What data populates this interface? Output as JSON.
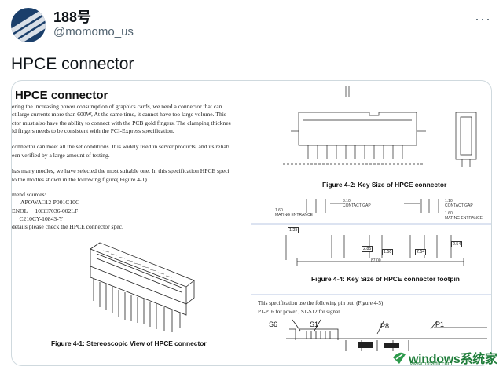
{
  "author": {
    "name": "188号",
    "handle": "@momomo_us",
    "more_icon": "ellipsis-icon"
  },
  "post": {
    "title": "HPCE connector"
  },
  "doc": {
    "title": "HPCE connector",
    "body": "ering the increasing power consumption of graphics cards, we need a connector that can\nct large currents more than 600W, At the same time, it cannot have too large volume. This\nctor must also have the ability to connect with the PCB gold fingers. The clamping thicknes\nld fingers needs to be consistent with the PCI-Express specification.\n\nconnector can meet all the set conditions. It is widely used in server products, and its reliab\neen verified by a large amount of testing.\n\nhas many modles, we have selected the most suitable one. In this specification HPCE speci\nto the modles shown in the following figure( Figure 4-1).",
    "sources": "mend sources:\n      APOWA□12-P001C10C\nENOL     10□□7036-002LF\n     C210CY-10843-Y\ndetails please check the HPCE connector spec.",
    "fig41_caption": "Figure 4-1: Stereoscopic View of HPCE connector",
    "fig42_caption": "Figure 4-2: Key Size of HPCE connector",
    "fig44_caption": "Figure 4-4: Key Size of HPCE connector footpin",
    "pin_text_1": "This specification use the following pin out. (Figure 4-5)",
    "pin_text_2": "P1-P16 for power , S1-S12 for signal",
    "pin_labels": [
      "S6",
      "S1",
      "P8",
      "P1"
    ],
    "dims": {
      "d135": "1.35",
      "d285": "2.85",
      "d150": "1.50",
      "d254a": "2.54",
      "d254b": "2.54",
      "d8700": "87.00"
    },
    "gap_labels": {
      "contact_gap_1": "3.10\nCONTACT GAP",
      "mating_1": "1.60\nMATING ENTRANCE",
      "contact_gap_2": "1.10\nCONTACT GAP",
      "mating_2": "1.60\nMATING ENTRANCE"
    }
  },
  "watermark": {
    "text": "windows系统家园",
    "sub": "www.ruhaitu.com"
  }
}
